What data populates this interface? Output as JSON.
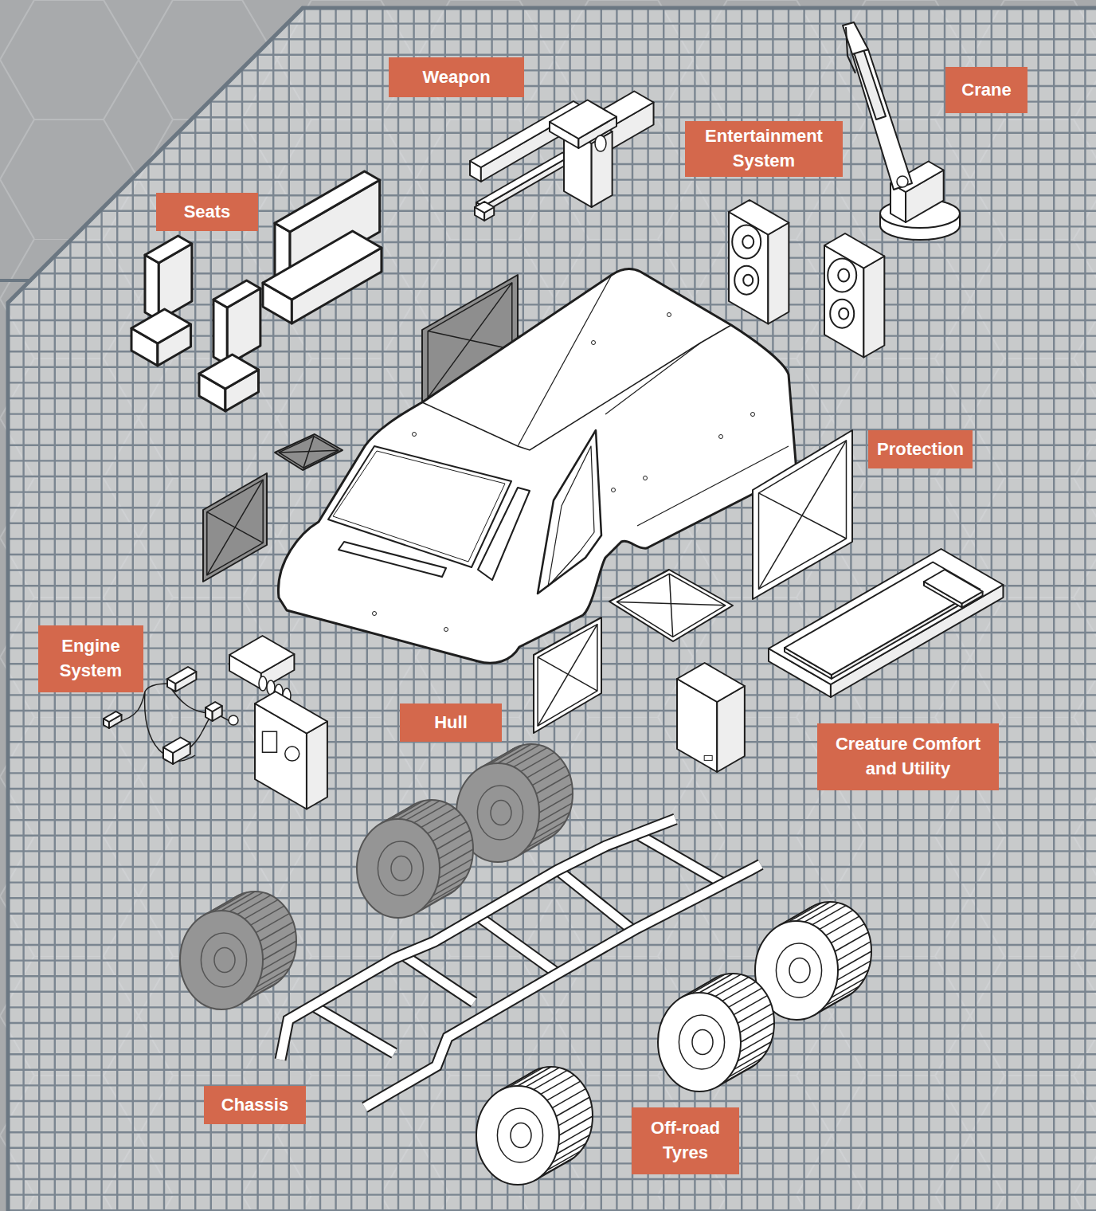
{
  "diagram": {
    "nodes": [
      {
        "text": [
          "Weapon"
        ]
      },
      {
        "text": [
          "Crane"
        ]
      },
      {
        "text": [
          "Entertainment System"
        ]
      },
      {
        "text": [
          "Seats"
        ]
      },
      {
        "text": [
          "Protection"
        ]
      },
      {
        "text": [
          "Engine System"
        ]
      },
      {
        "text": [
          "Hull"
        ]
      },
      {
        "text": [
          "Creature Comfort and Utility"
        ]
      },
      {
        "text": [
          "Chassis"
        ]
      },
      {
        "text": [
          "Off-road Tyres"
        ]
      }
    ]
  }
}
